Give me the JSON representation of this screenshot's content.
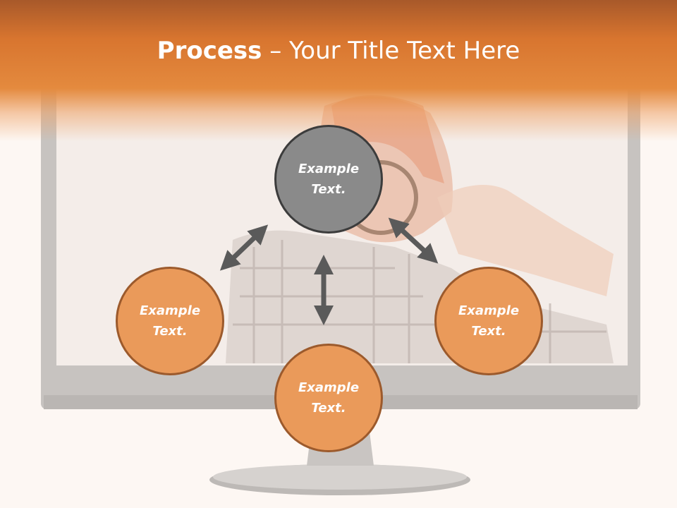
{
  "title": {
    "bold": "Process",
    "dash": " – ",
    "rest": "Your Title Text Here"
  },
  "colors": {
    "title_bar": "#e48a3e",
    "circle_gray": "#8a8a8a",
    "circle_orange": "#ea9a5a",
    "arrow": "#5a5a5a"
  },
  "circles": [
    {
      "text": "Example\nText."
    },
    {
      "text": "Example\nText."
    },
    {
      "text": "Example\nText."
    },
    {
      "text": "Example\nText."
    }
  ],
  "icons": {
    "arrow": "double-headed-arrow-icon"
  }
}
